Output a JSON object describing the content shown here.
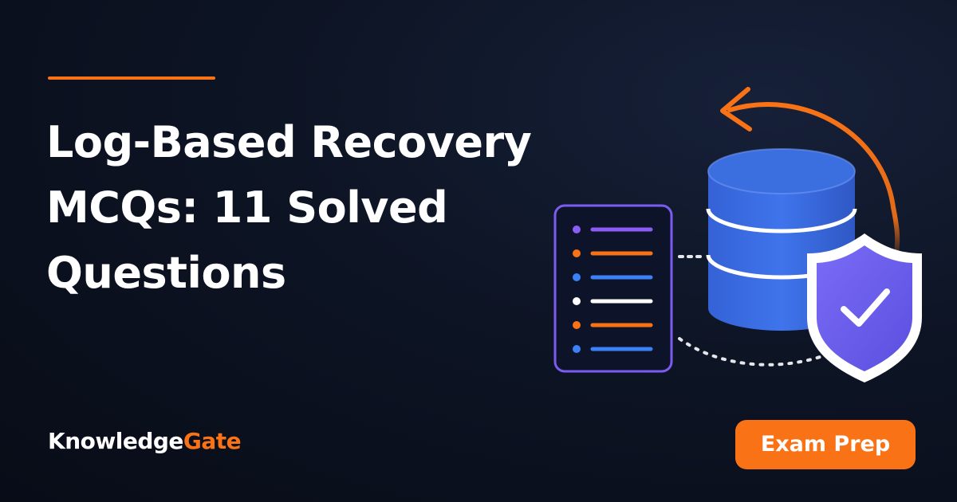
{
  "heading": {
    "lines": [
      "Log-Based Recovery",
      "MCQs: 11 Solved",
      "Questions"
    ]
  },
  "brand": {
    "part_a": "Knowledge",
    "part_b": "Gate"
  },
  "badge": {
    "label": "Exam Prep"
  },
  "log_document": {
    "entries": [
      {
        "color": "#8b5cf6"
      },
      {
        "color": "#f97316"
      },
      {
        "color": "#3b82f6"
      },
      {
        "color": "#ffffff"
      },
      {
        "color": "#f97316"
      },
      {
        "color": "#3b82f6"
      }
    ]
  },
  "icons": {
    "database": "database-icon",
    "shield": "shield-check-icon",
    "arrow": "circular-arrow-icon",
    "log": "log-document-icon"
  },
  "colors": {
    "accent_orange": "#f97316",
    "database_blue": "#3b6fe0",
    "shield_purple": "#6d5ef0",
    "document_border": "#7c5cf0",
    "background": "#0b1020"
  }
}
